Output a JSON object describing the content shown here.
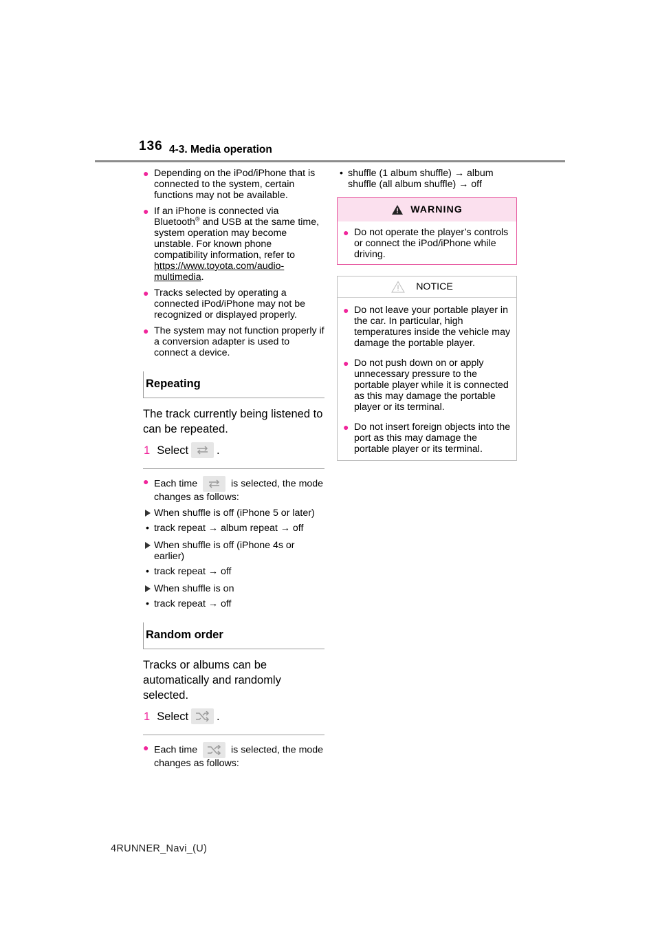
{
  "header": {
    "page_number": "136",
    "chapter": "4-3. Media operation"
  },
  "left_column": {
    "notes": [
      {
        "text": "Depending on the iPod/iPhone that is connected to the system, certain functions may not be available."
      },
      {
        "text_before": "If an iPhone is connected via Bluetooth",
        "reg_mark": "®",
        "text_after": " and USB at the same time, system operation may become unstable. For known phone compatibility information, refer to ",
        "link": "https://www.toyota.com/audio-multimedia",
        "text_end": "."
      },
      {
        "text": "Tracks selected by operating a connected iPod/iPhone may not be recognized or displayed properly."
      },
      {
        "text": "The system may not function properly if a conversion adapter is used to connect a device."
      }
    ],
    "repeating": {
      "heading": "Repeating",
      "intro": "The track currently being listened to can be repeated.",
      "step_number": "1",
      "step_text": "Select",
      "step_end": ".",
      "each_time_before": "Each time",
      "each_time_after": "is selected, the mode changes as follows:",
      "cases": [
        {
          "condition": "When shuffle is off (iPhone 5 or later)",
          "sequence": "track repeat → album repeat → off"
        },
        {
          "condition": "When shuffle is off (iPhone 4s or earlier)",
          "sequence": "track repeat → off"
        },
        {
          "condition": "When shuffle is on",
          "sequence": "track repeat → off"
        }
      ]
    },
    "random": {
      "heading": "Random order",
      "intro": "Tracks or albums can be automatically and randomly selected.",
      "step_number": "1",
      "step_text": "Select",
      "step_end": ".",
      "each_time_before": "Each time",
      "each_time_after": "is selected, the mode changes as follows:"
    }
  },
  "right_column": {
    "shuffle_sequence": "shuffle (1 album shuffle) → album shuffle (all album shuffle) → off",
    "warning": {
      "title": "WARNING",
      "items": [
        "Do not operate the player’s controls or connect the iPod/iPhone while driving."
      ]
    },
    "notice": {
      "title": "NOTICE",
      "items": [
        "Do not leave your portable player in the car. In particular, high temperatures inside the vehicle may damage the portable player.",
        "Do not push down on or apply unnecessary pressure to the portable player while it is connected as this may damage the portable player or its terminal.",
        "Do not insert foreign objects into the port as this may damage the portable player or its terminal."
      ]
    }
  },
  "footer": {
    "model": "4RUNNER_Navi_(U)"
  },
  "icons": {
    "note_bullet": "●",
    "list_bullet": "•",
    "accent_color": "#f0259b",
    "repeat_icon": "repeat-icon",
    "shuffle_icon": "shuffle-icon",
    "warning_icon": "warning-triangle-icon",
    "notice_icon": "notice-triangle-icon"
  }
}
